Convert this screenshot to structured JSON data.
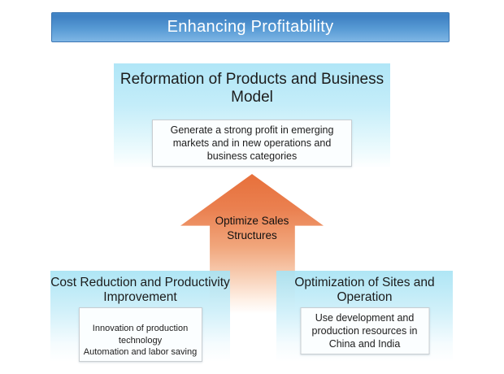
{
  "banner": {
    "title": "Enhancing Profitability"
  },
  "top_box": {
    "title": "Reformation of Products and Business Model",
    "detail": "Generate a strong profit in emerging markets and in new operations and business categories"
  },
  "arrow": {
    "label": "Optimize Sales Structures"
  },
  "bottom_left_box": {
    "title": "Cost Reduction and Productivity Improvement",
    "detail": "Innovation of production technology\nAutomation and labor saving"
  },
  "bottom_right_box": {
    "title": "Optimization of Sites and Operation",
    "detail": "Use development and production resources in China and India"
  },
  "colors": {
    "banner_blue_top": "#3f81c3",
    "banner_blue_bottom": "#7fb6e5",
    "box_cyan": "#aee6f6",
    "arrow_orange": "#e7703b",
    "text": "#1c1c1c"
  }
}
